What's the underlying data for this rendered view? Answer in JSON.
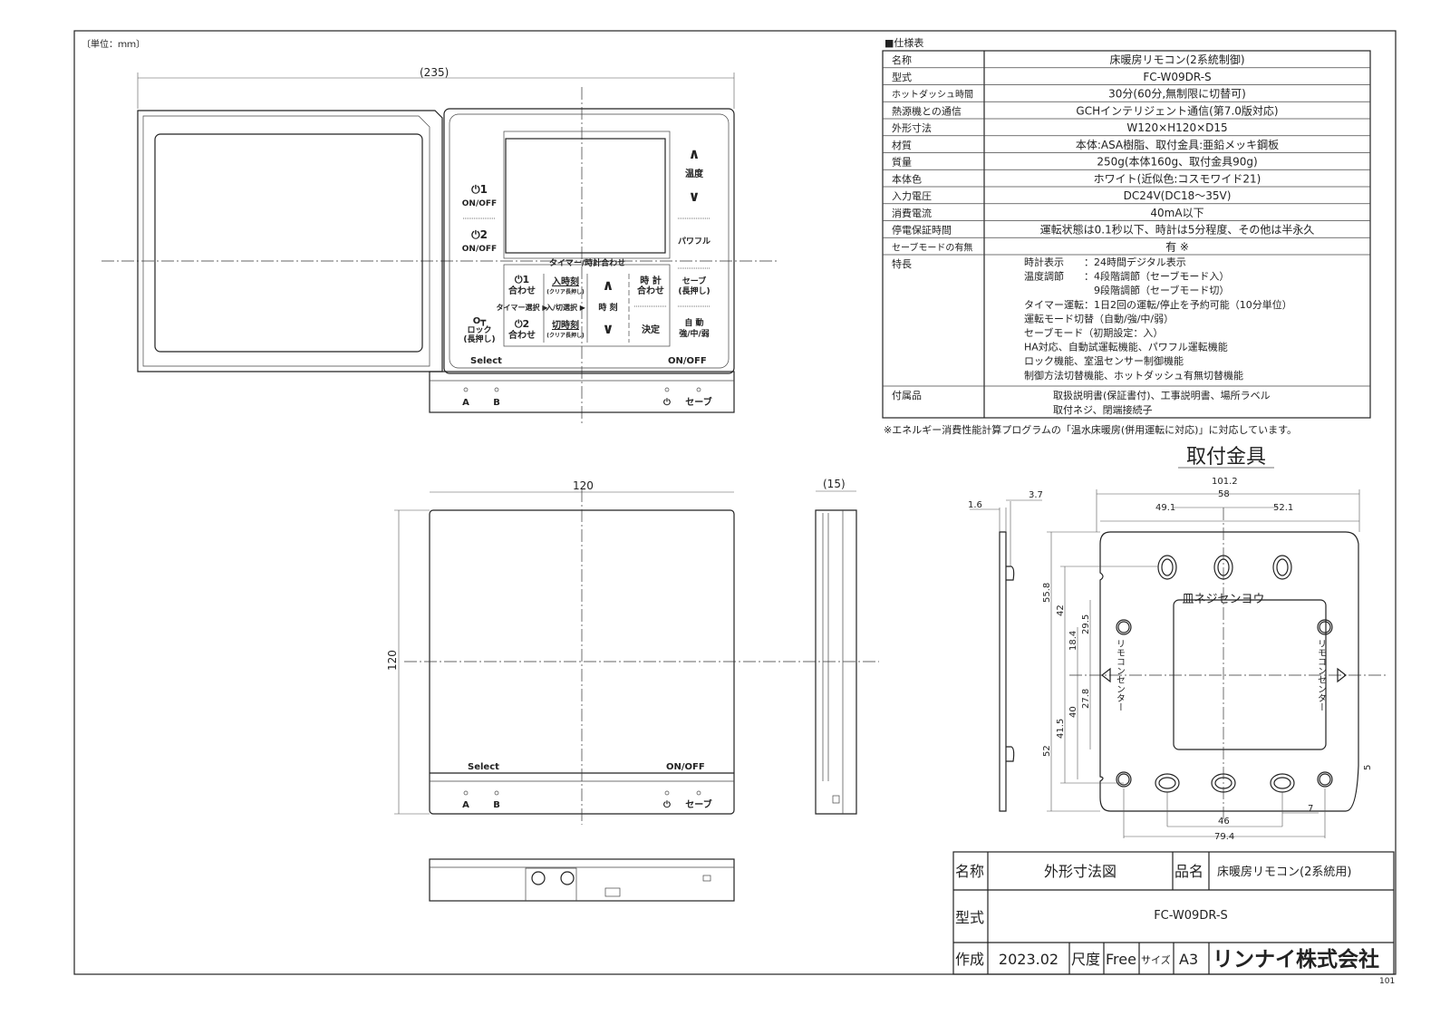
{
  "drawing": {
    "unit": "〔単位：ｍｍ〕",
    "sheet_no": "101"
  },
  "dims": {
    "total_width": "(235)",
    "width": "120",
    "height": "120",
    "depth": "(15)"
  },
  "remote": {
    "btn1_icon": "⏻1",
    "btn1_label": "ON/OFF",
    "btn2_icon": "⏻2",
    "btn2_label": "ON/OFF",
    "lock_icon": "O┳",
    "lock_label": "ロック",
    "lock_sub": "(長押し)",
    "temp_up": "∧",
    "temp_label": "温度",
    "temp_down": "∨",
    "powerful": "パワフル",
    "timer_header": "タイマー/時計合わせ",
    "t1": "⏻1",
    "t1_sub": "合わせ",
    "t2": "⏻2",
    "t2_sub": "合わせ",
    "on_time": "入時刻",
    "off_time": "切時刻",
    "clear": "(クリア長押し)",
    "timer_select": "タイマー選択 ▶",
    "onoff_select": "入/切選択 ▶",
    "time_up": "∧",
    "time_label": "時 刻",
    "time_down": "∨",
    "clock_set": "時 計",
    "clock_set2": "合わせ",
    "decide": "決定",
    "save": "セーブ",
    "save_sub": "(長押し)",
    "auto": "自 動",
    "mode": "強/中/弱",
    "select": "Select",
    "onoff": "ON/OFF",
    "led_a": "A",
    "led_b": "B",
    "led_timer": "⏻",
    "led_save": "セーブ"
  },
  "spec": {
    "title": "■仕様表",
    "rows": [
      {
        "k": "名称",
        "v": "床暖房リモコン(2系統制御)"
      },
      {
        "k": "型式",
        "v": "FC-W09DR-S"
      },
      {
        "k": "ホットダッシュ時間",
        "v": "30分(60分,無制限に切替可)"
      },
      {
        "k": "熱源機との通信",
        "v": "GCHインテリジェント通信(第7.0版対応)"
      },
      {
        "k": "外形寸法",
        "v": "W120×H120×D15"
      },
      {
        "k": "材質",
        "v": "本体:ASA樹脂、取付金具:亜鉛メッキ鋼板"
      },
      {
        "k": "質量",
        "v": "250g(本体160g、取付金具90g)"
      },
      {
        "k": "本体色",
        "v": "ホワイト(近似色:コスモワイド21)"
      },
      {
        "k": "入力電圧",
        "v": "DC24V(DC18～35V)"
      },
      {
        "k": "消費電流",
        "v": "40mA以下"
      },
      {
        "k": "停電保証時間",
        "v": "運転状態は0.1秒以下、時計は5分程度、その他は半永久"
      },
      {
        "k": "セーブモードの有無",
        "v": "有 ※"
      }
    ],
    "features_label": "特長",
    "features": [
      "時計表示　　：24時間デジタル表示",
      "温度調節　　：4段階調節（セーブモード入）",
      "　　　　　　　9段階調節（セーブモード切）",
      "タイマー運転：1日2回の運転/停止を予約可能（10分単位）",
      "運転モード切替（自動/強/中/弱）",
      "セーブモード（初期設定：入）",
      "HA対応、自動試運転機能、パワフル運転機能",
      "ロック機能、室温センサー制御機能",
      "制御方法切替機能、ホットダッシュ有無切替機能"
    ],
    "accessories_label": "付属品",
    "accessories": [
      "取扱説明書(保証書付)、工事説明書、場所ラベル",
      "取付ネジ、閉端接続子"
    ],
    "note": "※エネルギー消費性能計算プログラムの「温水床暖房(併用運転に対応)」に対応しています。"
  },
  "bracket": {
    "title": "取付金具",
    "screw_label": "皿ネジセンヨウ",
    "center_label": "リモコンセンター",
    "dims": {
      "w_total": "101.2",
      "w_58": "58",
      "w_49": "49.1",
      "w_52": "52.1",
      "t_16": "1.6",
      "t_37": "3.7",
      "h_558": "55.8",
      "h_42": "42",
      "h_184": "18.4",
      "h_295": "29.5",
      "h_52": "52",
      "h_415": "41.5",
      "h_40": "40",
      "h_278": "27.8",
      "w_46": "46",
      "w_794": "79.4",
      "w_7": "7",
      "h_5": "5"
    }
  },
  "title_block": {
    "name_label": "名称",
    "name": "外形寸法図",
    "product_label": "品名",
    "product": "床暖房リモコン(2系統用)",
    "model_label": "型式",
    "model": "FC-W09DR-S",
    "created_label": "作成",
    "created": "2023.02",
    "scale_label": "尺度",
    "scale": "Free",
    "size_label": "サイズ",
    "size": "A3",
    "company": "リンナイ株式会社"
  }
}
